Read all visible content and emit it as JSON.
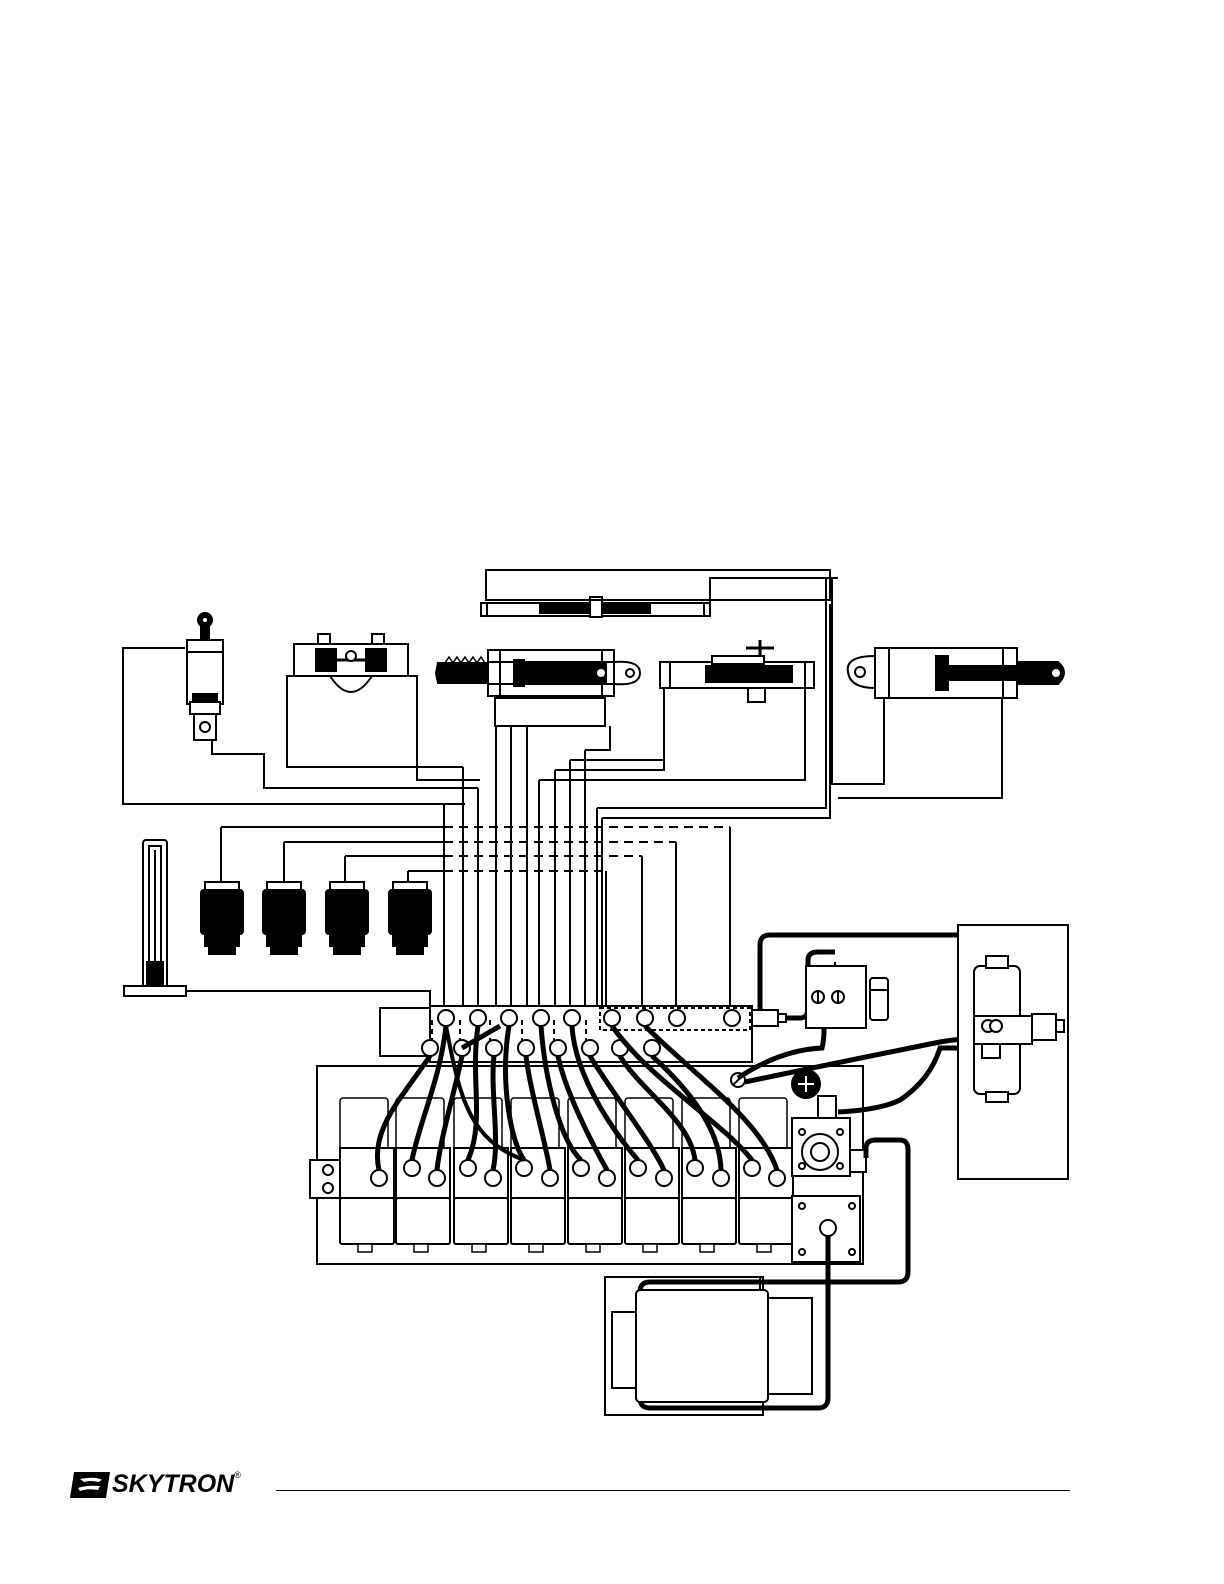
{
  "brand": {
    "name": "SKYTRON",
    "mark": "®"
  },
  "diagram": {
    "components": [
      "top-rail-slide",
      "rack-gear-cylinder",
      "adjuster-cylinder",
      "clevis-cylinder",
      "vertical-cylinder",
      "hinge-cylinder",
      "column-cylinder",
      "canister-row",
      "manifold-block",
      "solenoid-valve-bank",
      "accumulator-tank",
      "pump-motor"
    ],
    "line_color": "#000000",
    "background": "#ffffff"
  }
}
